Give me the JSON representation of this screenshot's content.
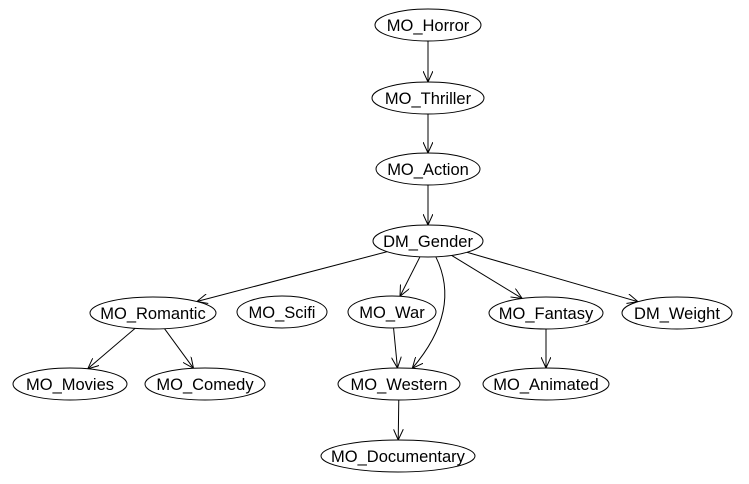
{
  "graph": {
    "nodes": [
      {
        "id": "horror",
        "label": "MO_Horror"
      },
      {
        "id": "thriller",
        "label": "MO_Thriller"
      },
      {
        "id": "action",
        "label": "MO_Action"
      },
      {
        "id": "gender",
        "label": "DM_Gender"
      },
      {
        "id": "romantic",
        "label": "MO_Romantic"
      },
      {
        "id": "scifi",
        "label": "MO_Scifi"
      },
      {
        "id": "war",
        "label": "MO_War"
      },
      {
        "id": "fantasy",
        "label": "MO_Fantasy"
      },
      {
        "id": "weight",
        "label": "DM_Weight"
      },
      {
        "id": "movies",
        "label": "MO_Movies"
      },
      {
        "id": "comedy",
        "label": "MO_Comedy"
      },
      {
        "id": "western",
        "label": "MO_Western"
      },
      {
        "id": "animated",
        "label": "MO_Animated"
      },
      {
        "id": "documentary",
        "label": "MO_Documentary"
      }
    ],
    "edges": [
      {
        "from": "horror",
        "to": "thriller"
      },
      {
        "from": "thriller",
        "to": "action"
      },
      {
        "from": "action",
        "to": "gender"
      },
      {
        "from": "gender",
        "to": "romantic"
      },
      {
        "from": "gender",
        "to": "war"
      },
      {
        "from": "gender",
        "to": "western"
      },
      {
        "from": "gender",
        "to": "fantasy"
      },
      {
        "from": "gender",
        "to": "weight"
      },
      {
        "from": "romantic",
        "to": "movies"
      },
      {
        "from": "romantic",
        "to": "comedy"
      },
      {
        "from": "war",
        "to": "western"
      },
      {
        "from": "fantasy",
        "to": "animated"
      },
      {
        "from": "western",
        "to": "documentary"
      }
    ]
  }
}
